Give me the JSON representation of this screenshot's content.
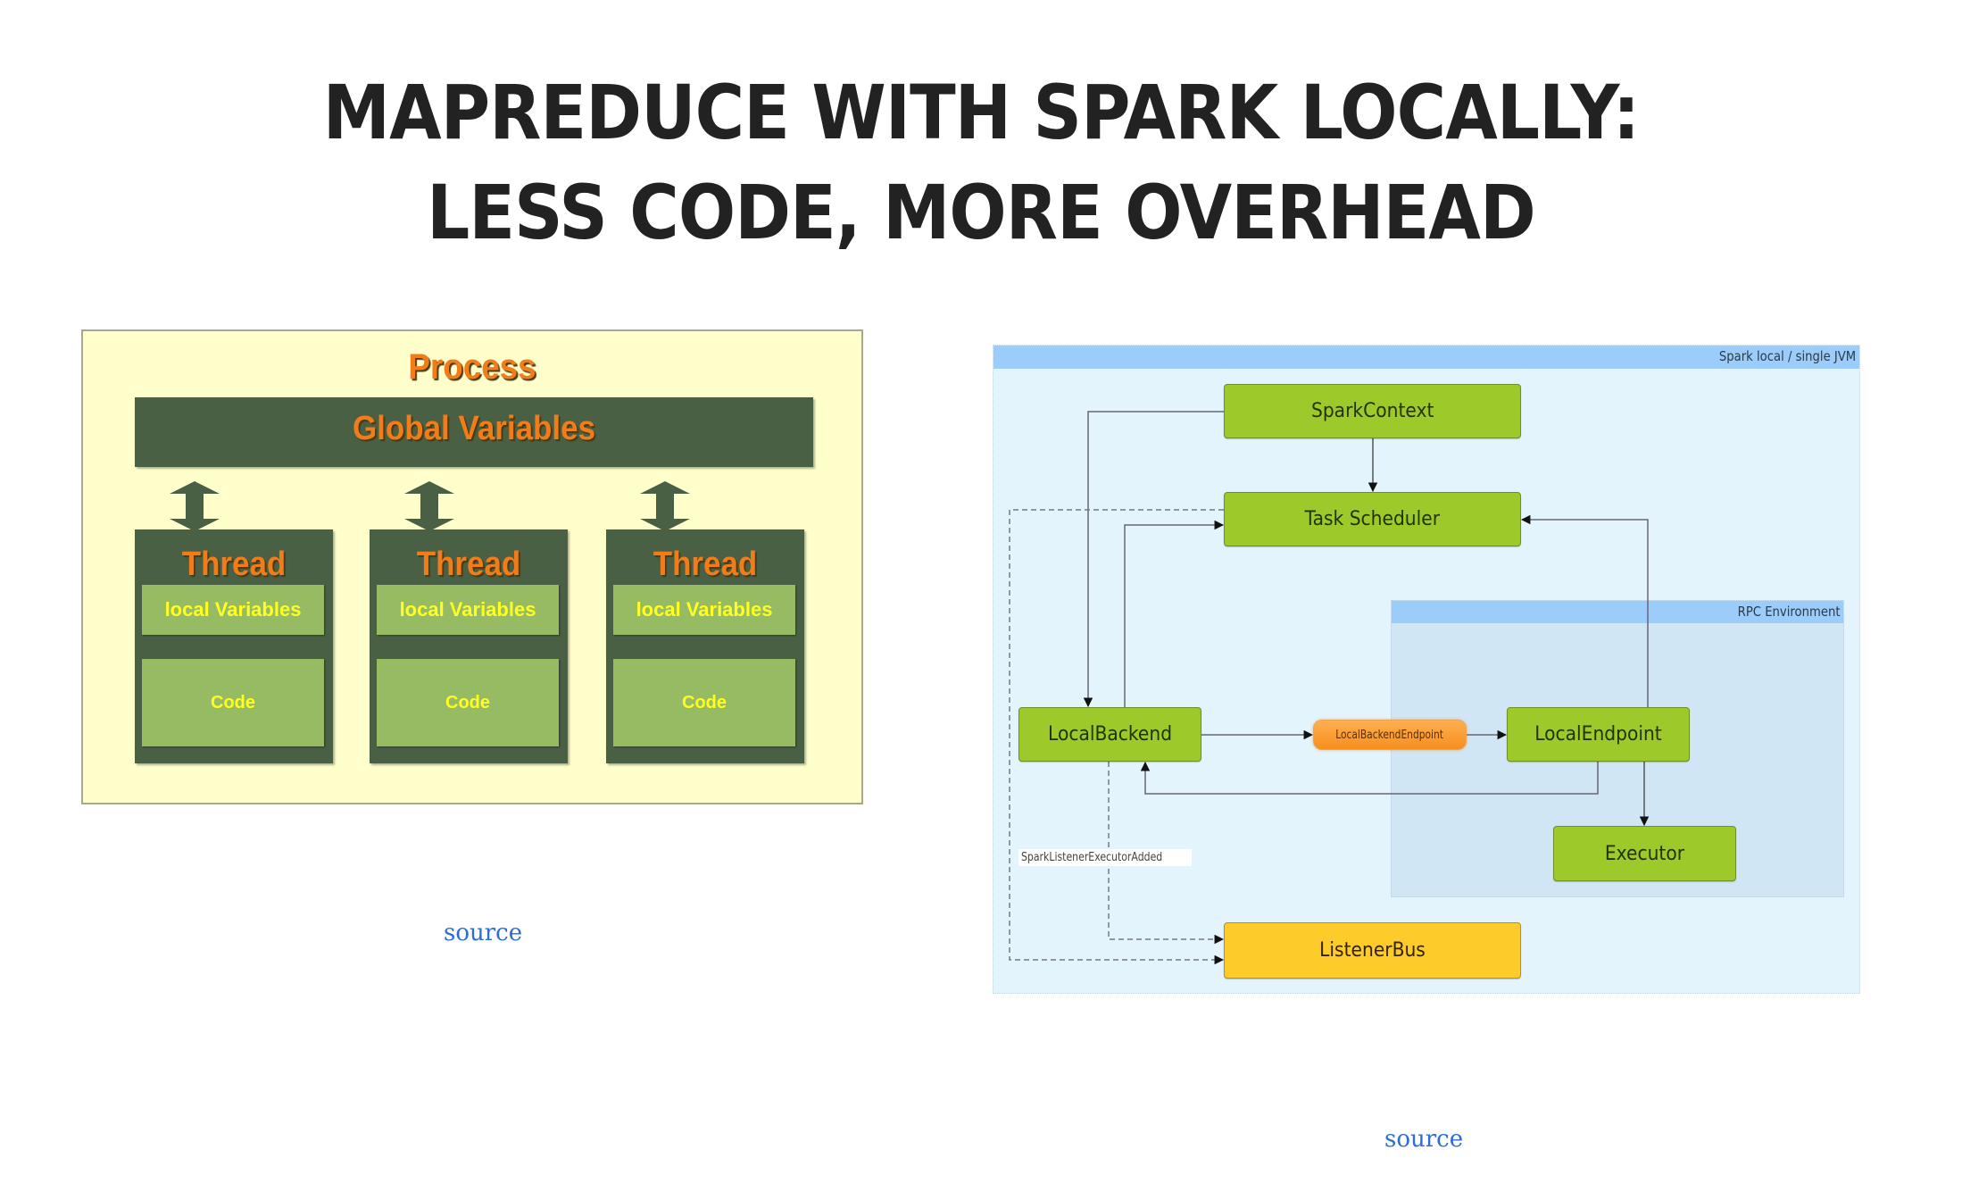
{
  "slide": {
    "title_line1": "MAPREDUCE WITH SPARK LOCALLY:",
    "title_line2": "LESS CODE, MORE OVERHEAD"
  },
  "left_figure": {
    "process_label": "Process",
    "global_label": "Global Variables",
    "threads": [
      {
        "title": "Thread",
        "local": "local Variables",
        "code": "Code"
      },
      {
        "title": "Thread",
        "local": "local Variables",
        "code": "Code"
      },
      {
        "title": "Thread",
        "local": "local Variables",
        "code": "Code"
      }
    ],
    "source_label": "source"
  },
  "right_figure": {
    "container_label": "Spark local / single JVM",
    "rpc_label": "RPC Environment",
    "nodes": {
      "spark_context": "SparkContext",
      "task_scheduler": "Task Scheduler",
      "local_backend": "LocalBackend",
      "local_backend_endpoint": "LocalBackendEndpoint",
      "local_endpoint": "LocalEndpoint",
      "executor": "Executor",
      "listener_bus": "ListenerBus"
    },
    "edge_labels": {
      "executor_added": "SparkListenerExecutorAdded"
    },
    "source_label": "source"
  },
  "colors": {
    "title": "#222222",
    "link": "#2a6ed6",
    "process_bg": "#ffffcc",
    "dark_green": "#4a6044",
    "light_green": "#97bb63",
    "orange_text": "#f07d1a",
    "yellow_text": "#ffff22",
    "node_green": "#9dca2a",
    "node_yellow": "#fdcc2a",
    "panel_bg": "#e3f4fd",
    "panel_header": "#9ccdfa",
    "rpc_bg": "#d0e6f5"
  }
}
